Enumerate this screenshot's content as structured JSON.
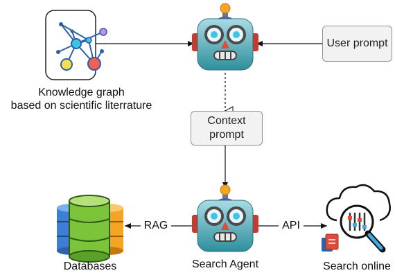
{
  "nodes": {
    "knowledge_graph": {
      "label_line1": "Knowledge graph",
      "label_line2": "based on scientific literrature"
    },
    "user_prompt": {
      "label": "User prompt"
    },
    "context_prompt": {
      "label_line1": "Context",
      "label_line2": "prompt"
    },
    "search_agent": {
      "label": "Search Agent"
    },
    "databases": {
      "label": "Databases"
    },
    "search_online": {
      "label": "Search online"
    }
  },
  "edges": {
    "rag": {
      "label": "RAG"
    },
    "api": {
      "label": "API"
    }
  },
  "icons": {
    "top_robot": "robot-icon",
    "bottom_robot": "robot-icon",
    "graph": "knowledge-graph-icon",
    "db": "database-stack-icon",
    "cloud": "cloud-search-icon"
  }
}
